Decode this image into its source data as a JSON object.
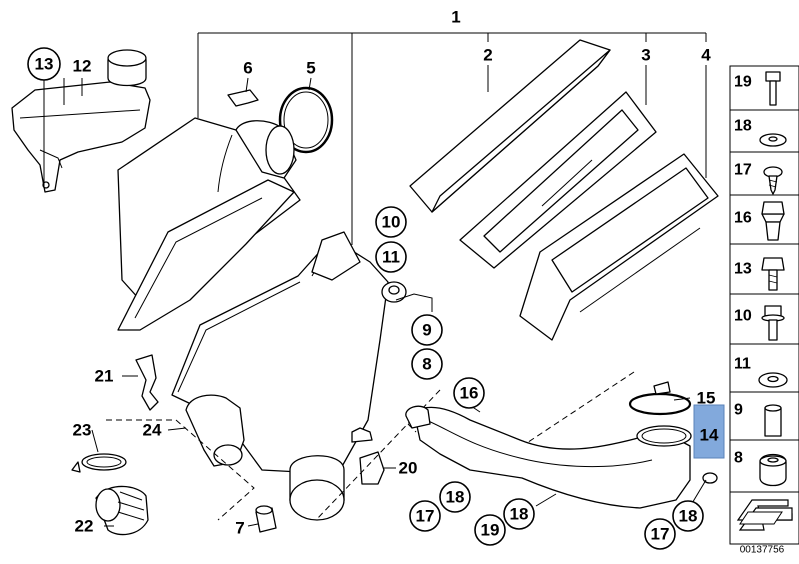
{
  "diagram": {
    "catalog_number": "00137756",
    "highlighted_part": "14",
    "highlight_color": "#82a9dc",
    "callouts": {
      "c1": "1",
      "c2": "2",
      "c3": "3",
      "c4": "4",
      "c5": "5",
      "c6": "6",
      "c7": "7",
      "c8": "8",
      "c9": "9",
      "c10": "10",
      "c11": "11",
      "c12": "12",
      "c13": "13",
      "c14": "14",
      "c15": "15",
      "c16": "16",
      "c17a": "17",
      "c17b": "17",
      "c18a": "18",
      "c18b": "18",
      "c18c": "18",
      "c19": "19",
      "c20": "20",
      "c21": "21",
      "c22": "22",
      "c23": "23",
      "c24": "24"
    },
    "side_panel": [
      {
        "number": "19",
        "icon": "long-bolt-icon"
      },
      {
        "number": "18",
        "icon": "washer-icon"
      },
      {
        "number": "17",
        "icon": "self-tapping-screw-icon"
      },
      {
        "number": "16",
        "icon": "expanding-nut-icon"
      },
      {
        "number": "13",
        "icon": "hex-bolt-icon"
      },
      {
        "number": "10",
        "icon": "collar-bolt-icon"
      },
      {
        "number": "11",
        "icon": "flat-washer-icon"
      },
      {
        "number": "9",
        "icon": "spacer-sleeve-icon"
      },
      {
        "number": "8",
        "icon": "rubber-mount-icon"
      },
      {
        "number": "",
        "icon": "direction-arrow-icon"
      }
    ]
  }
}
